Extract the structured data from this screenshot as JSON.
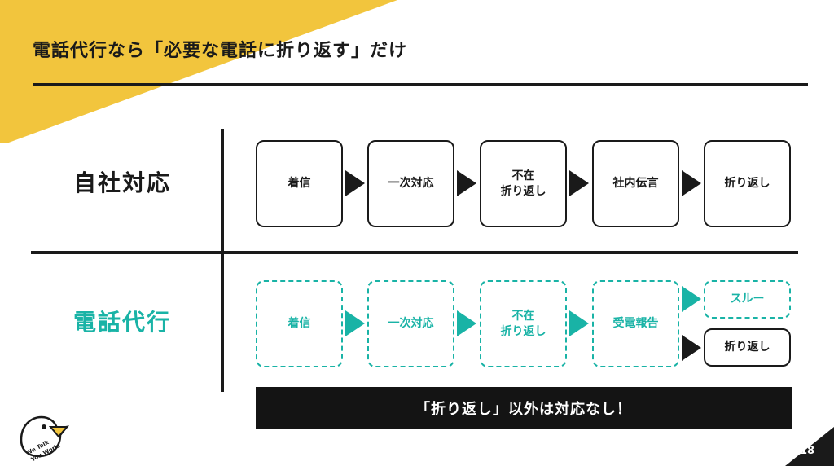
{
  "title": "電話代行なら「必要な電話に折り返す」だけ",
  "rows": {
    "self": {
      "label": "自社対応",
      "steps": [
        "着信",
        "一次対応",
        "不在\n折り返し",
        "社内伝言",
        "折り返し"
      ]
    },
    "service": {
      "label": "電話代行",
      "steps": [
        "着信",
        "一次対応",
        "不在\n折り返し",
        "受電報告"
      ],
      "branches": [
        "スルー",
        "折り返し"
      ]
    }
  },
  "banner": "「折り返し」以外は対応なし！",
  "logo": {
    "text_line1": "We Talk",
    "text_line2": "You Work."
  },
  "page_number": "18",
  "colors": {
    "accent_yellow": "#f2c53d",
    "teal": "#19b3a6",
    "dark": "#1a1a1a"
  }
}
